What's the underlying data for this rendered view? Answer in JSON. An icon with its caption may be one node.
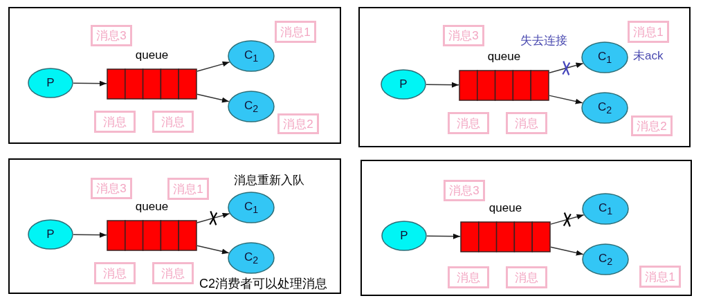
{
  "diagram": {
    "nodes": [
      {
        "text": [],
        "shape": "box"
      },
      {
        "text": [
          "P"
        ],
        "in": 0
      },
      {
        "text": [
          "queue"
        ],
        "in": 0
      },
      {
        "text": [
          "C$_{1}$"
        ],
        "in": 0
      },
      {
        "text": [
          "C$_{2}$"
        ],
        "in": 0
      },
      {
        "text": [
          "消息3"
        ],
        "in": 0
      },
      {
        "text": [
          "消息1"
        ],
        "in": 0
      },
      {
        "text": [
          "消息"
        ],
        "in": 0
      },
      {
        "text": [
          "消息"
        ],
        "in": 0
      },
      {
        "text": [
          "消息2"
        ],
        "in": 0
      },
      {
        "text": [],
        "shape": "box"
      },
      {
        "text": [
          "P"
        ],
        "in": 10
      },
      {
        "text": [
          "queue"
        ],
        "in": 10
      },
      {
        "text": [
          "C$_{1}$"
        ],
        "in": 10
      },
      {
        "text": [
          "C$_{2}$"
        ],
        "in": 10
      },
      {
        "text": [
          "消息3"
        ],
        "in": 10
      },
      {
        "text": [
          "消息1"
        ],
        "in": 10
      },
      {
        "text": [
          "消息"
        ],
        "in": 10
      },
      {
        "text": [
          "消息"
        ],
        "in": 10
      },
      {
        "text": [
          "消息2"
        ],
        "in": 10
      },
      {
        "text": [],
        "shape": "box"
      },
      {
        "text": [
          "P"
        ],
        "in": 20
      },
      {
        "text": [
          "queue"
        ],
        "in": 20
      },
      {
        "text": [
          "C$_{1}$"
        ],
        "in": 20
      },
      {
        "text": [
          "C$_{2}$"
        ],
        "in": 20
      },
      {
        "text": [
          "消息3"
        ],
        "in": 20
      },
      {
        "text": [
          "消息1"
        ],
        "in": 20
      },
      {
        "text": [
          "消息"
        ],
        "in": 20
      },
      {
        "text": [
          "消息"
        ],
        "in": 20
      },
      {
        "text": [],
        "shape": "box"
      },
      {
        "text": [
          "P"
        ],
        "in": 29
      },
      {
        "text": [
          "queue"
        ],
        "in": 29
      },
      {
        "text": [
          "C$_{1}$"
        ],
        "in": 29
      },
      {
        "text": [
          "C$_{2}$"
        ],
        "in": 29
      },
      {
        "text": [
          "消息3"
        ],
        "in": 29
      },
      {
        "text": [
          "消息"
        ],
        "in": 29
      },
      {
        "text": [
          "消息"
        ],
        "in": 29
      },
      {
        "text": [
          "消息1"
        ],
        "in": 29
      }
    ],
    "edges": [
      {
        "from": 1,
        "to": 2,
        "arrow": "to"
      },
      {
        "from": 2,
        "to": 3,
        "arrow": "to"
      },
      {
        "from": 2,
        "to": 4,
        "arrow": "to"
      },
      {
        "from": 11,
        "to": 12,
        "arrow": "to"
      },
      {
        "from": 12,
        "to": 13,
        "arrow": "to"
      },
      {
        "from": 12,
        "to": 14,
        "arrow": "to"
      },
      {
        "from": 21,
        "to": 22,
        "arrow": "to"
      },
      {
        "from": 22,
        "to": 23,
        "arrow": "to"
      },
      {
        "from": 22,
        "to": 24,
        "arrow": "to"
      },
      {
        "from": 30,
        "to": 31,
        "arrow": "to"
      },
      {
        "from": 31,
        "to": 32,
        "arrow": "to"
      },
      {
        "from": 31,
        "to": 33,
        "arrow": "to"
      }
    ],
    "labels": [
      "失去连接",
      "未ack",
      "消息重新入队",
      "C2消费者可以处理消息"
    ]
  }
}
